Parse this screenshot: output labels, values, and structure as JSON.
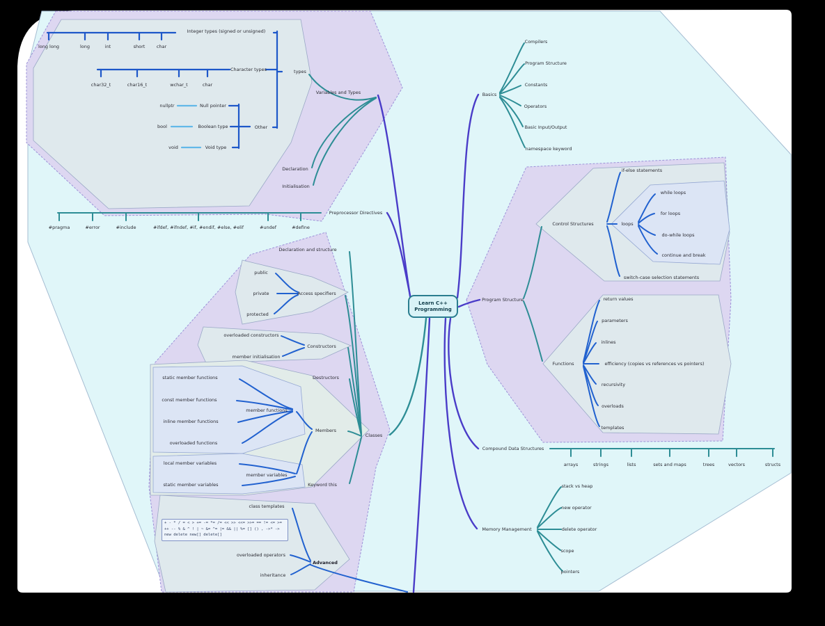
{
  "nodes": {
    "center": "Learn C++ Programming",
    "integer_types": "Integer types (signed or unsigned)",
    "long_long": "long long",
    "long": "long",
    "int": "int",
    "short": "short",
    "char_a": "char",
    "character_types": "Character types",
    "char32": "char32_t",
    "char16": "char16_t",
    "wchar": "wchar_t",
    "char_b": "char",
    "nullptr_k": "nullptr",
    "null_pointer": "Null pointer",
    "bool_k": "bool",
    "boolean_type": "Boolean type",
    "void_k": "void",
    "void_type": "Void type",
    "other": "Other",
    "types": "types",
    "variables_and_types": "Variables and Types",
    "declaration": "Declaration",
    "initialisation": "Initialisation",
    "preprocessor": "Preprocessor Directives",
    "pragma": "#pragma",
    "error": "#error",
    "include": "#include",
    "ifdef_group": "#ifdef, #ifndef, #if, #endif, #else, #elif",
    "undef": "#undef",
    "define": "#define",
    "classes": "Classes",
    "decl_structure": "Declaration and structure",
    "public_k": "public",
    "private_k": "private",
    "protected_k": "protected",
    "access_specifiers": "Access specifiers",
    "overloaded_constructors": "overloaded constructors",
    "member_initialisation": "member initialisation",
    "constructors": "Constructors",
    "destructors": "Destructors",
    "static_member_functions": "static member functions",
    "const_member_functions": "const member functions",
    "inline_member_functions": "inline member functions",
    "overloaded_functions": "overloaded functions",
    "member_functions": "member functions",
    "local_member_variables": "local member variables",
    "static_member_variables": "static member variables",
    "member_variables": "member variables",
    "members": "Members",
    "keyword_this": "Keyword this",
    "advanced": "Advanced",
    "class_templates": "class templates",
    "operators_code": "+ - * / = < > += -= *= /= << >> <<= >>= == != <= >= ++ -- % & ^ ! | ~ &= ^= |= && || %= [] () , ->* -> new delete new[] delete[]",
    "overloaded_operators": "overloaded operators",
    "inheritance": "inheritance",
    "basics": "Basics",
    "compilers": "Compilers",
    "program_structure_basic": "Program Structure",
    "constants": "Constants",
    "operators": "Operators",
    "basic_io": "Basic Input/Output",
    "namespace_keyword": "namespace keyword",
    "program_structure": "Program Structure",
    "control_structures": "Control Structures",
    "if_else": "if-else statements",
    "loops": "loops",
    "while_loops": "while loops",
    "for_loops": "for loops",
    "do_while_loops": "do-while loops",
    "continue_break": "continue and break",
    "switch_case": "switch-case selection statements",
    "functions": "Functions",
    "return_values": "return values",
    "parameters": "parameters",
    "inlines": "inlines",
    "efficiency": "efficiency (copies vs references vs pointers)",
    "recursivity": "recursivity",
    "overloads": "overloads",
    "templates": "templates",
    "compound": "Compound Data Structures",
    "arrays": "arrays",
    "strings": "strings",
    "lists": "lists",
    "sets_and_maps": "sets and maps",
    "trees": "trees",
    "vectors": "vectors",
    "structs": "structs",
    "memory": "Memory Management",
    "stack_vs_heap": "stack vs heap",
    "new_operator": "new operator",
    "delete_operator": "delete operator",
    "scope": "scope",
    "pointers": "pointers"
  },
  "colors": {
    "main_link": "#4a3cc8",
    "branch_teal": "#2d8d95",
    "branch_blue": "#2161cf",
    "bracket_blue": "#1d57c9",
    "light_blue": "#62b8e8",
    "center_fill": "#d9f3f7",
    "center_border": "#2a7d8f",
    "cloud_fill": "#e0f6f9",
    "lavender_fill": "#ddd7f1"
  }
}
